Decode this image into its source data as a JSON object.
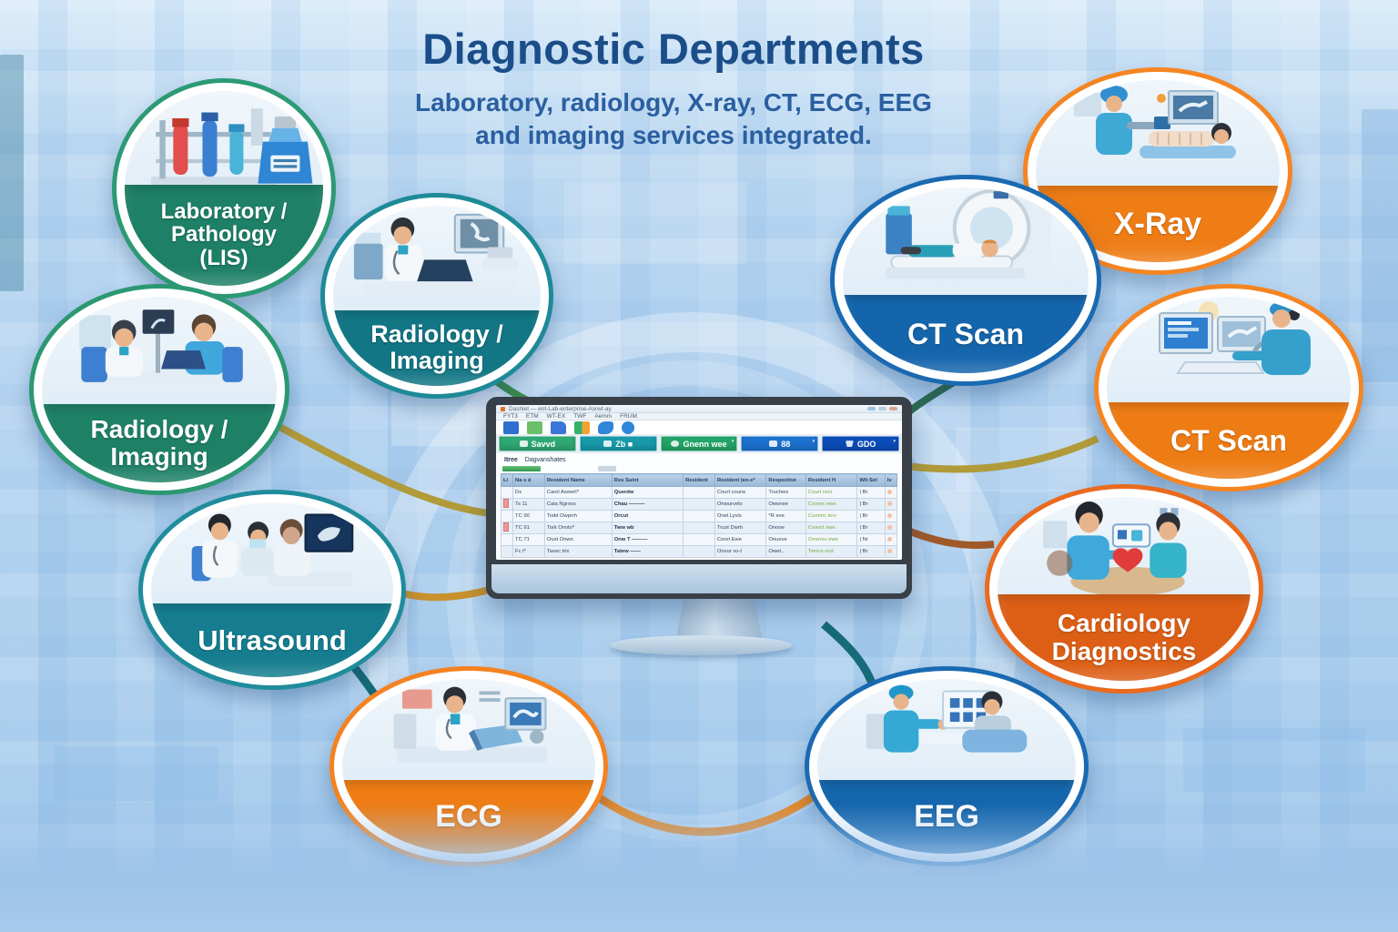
{
  "header": {
    "title": "Diagnostic Departments",
    "subtitle_line1": "Laboratory, radiology, X-ray, CT, ECG, EEG",
    "subtitle_line2": "and imaging services integrated."
  },
  "bubbles": [
    {
      "id": "laboratory-pathology-lis",
      "label": "Laboratory /\nPathology\n(LIS)",
      "ring": "#2c9a74",
      "band": "#1e8066",
      "font": 24
    },
    {
      "id": "radiology-imaging-left",
      "label": "Radiology /\nImaging",
      "ring": "#2b9872",
      "band": "#1e8166",
      "font": 28
    },
    {
      "id": "radiology-imaging-top",
      "label": "Radiology /\nImaging",
      "ring": "#1e8a97",
      "band": "#127685",
      "font": 27
    },
    {
      "id": "ultrasound",
      "label": "Ultrasound",
      "ring": "#1f8c9c",
      "band": "#157d8f",
      "font": 31
    },
    {
      "id": "ecg",
      "label": "ECG",
      "ring": "#f48220",
      "band": "#ee7d15",
      "font": 34
    },
    {
      "id": "eeg",
      "label": "EEG",
      "ring": "#1a6ab2",
      "band": "#1566ad",
      "font": 34
    },
    {
      "id": "x-ray",
      "label": "X-Ray",
      "ring": "#f58522",
      "band": "#ef7d16",
      "font": 34
    },
    {
      "id": "ct-scan-machine",
      "label": "CT Scan",
      "ring": "#1a6ab2",
      "band": "#1465ac",
      "font": 32
    },
    {
      "id": "ct-scan-console",
      "label": "CT Scan",
      "ring": "#f58522",
      "band": "#ee7c14",
      "font": 32
    },
    {
      "id": "cardiology-diagnostics",
      "label": "Cardiology\nDiagnostics",
      "ring": "#ea6a1e",
      "band": "#dd5f16",
      "font": 28
    }
  ],
  "monitor": {
    "window_title": "Dashlet — ent-Lab-enterprise-Asrwt-ay",
    "menu_items": [
      "FYT3",
      "ETM",
      "WT-EX",
      "TWF",
      "Aemm",
      "FRUM"
    ],
    "buttons": [
      {
        "label": "Savvd",
        "color": "#2fa874",
        "caret": false
      },
      {
        "label": "Zb ■",
        "color": "#189aab",
        "caret": false
      },
      {
        "label": "Gnenn wee",
        "color": "#23a468",
        "caret": true
      },
      {
        "label": "88",
        "color": "#1d72cf",
        "caret": true
      },
      {
        "label": "GDO",
        "color": "#0c4cb8",
        "caret": true
      }
    ],
    "subheader": {
      "left": "Itree",
      "right": "Dagvanshates"
    },
    "table": {
      "headers": [
        "Li",
        "Na s d",
        "Resident Name",
        "Res Suint",
        "Resident",
        "Resident |en-e*",
        "Respective",
        "Resident  H",
        "Wit Sel",
        "Iv"
      ],
      "rows": [
        [
          "",
          "Dx",
          "Carol Aswert*",
          "Querdw",
          "",
          "Court courw",
          "Truchws",
          "Court rwvi",
          "| Br",
          ""
        ],
        [
          "x",
          "Ts 11",
          "Cala Ngrovs",
          "Chau ———",
          "",
          "Onwurvelo",
          "Owonee",
          "Coverc ewe",
          "| Br",
          ""
        ],
        [
          "",
          "TC 90",
          "Todd Owprrh",
          "Orcut",
          "",
          "Orwt Lyvis",
          "*R eve",
          "Cummc terv",
          "| Br",
          ""
        ],
        [
          "x",
          "TC 91",
          "Tork Onvto*",
          "Tww wb",
          "",
          "Trust Dwrh",
          "Onooe",
          "Covvct swe",
          "| Br",
          ""
        ],
        [
          "",
          "TC 71",
          "Oust Onwo",
          "Onw T ———",
          "",
          "Coret Ewe",
          "Onueve",
          "Omervu ewe",
          "| Nr",
          ""
        ],
        [
          "",
          "Fc t*",
          "Tavec trix",
          "Tatew ——",
          "",
          "Onvur vo-t",
          "Owet...",
          "Twnce ecd",
          "| Br",
          ""
        ]
      ]
    }
  },
  "colors": {
    "title": "#1b4e89",
    "subtitle": "#2a5fa0",
    "conn_green": "#3e8d4e",
    "conn_darkgreen": "#2e6b50",
    "conn_olive": "#b19a3a",
    "conn_amber": "#c8912e",
    "conn_brown": "#a05a28",
    "conn_orange": "#e0892e",
    "conn_teal": "#176b78"
  }
}
